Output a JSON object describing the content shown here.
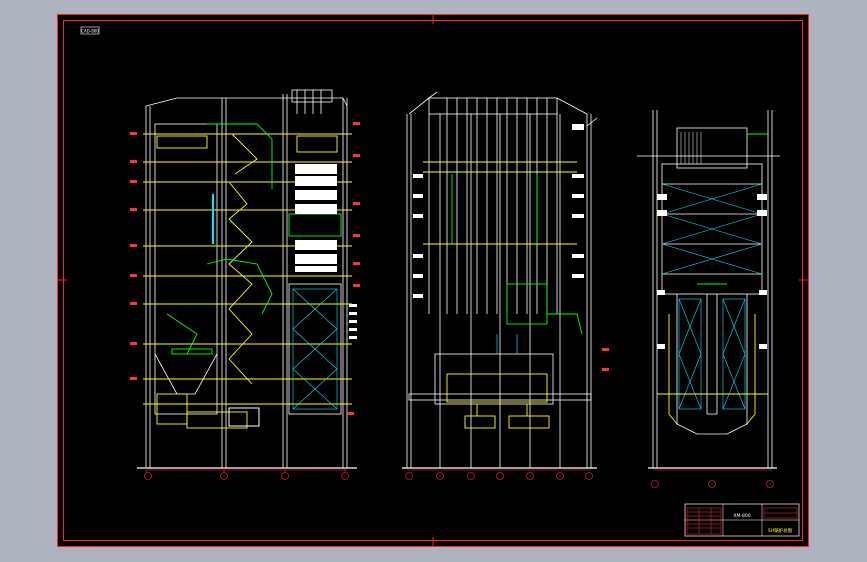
{
  "drawing": {
    "tag_label": "CAD-800",
    "colors": {
      "background": "#aeb4bf",
      "sheet": "#000000",
      "border": "#ff2020",
      "steel": "#ffffff",
      "piping": "#ffff00",
      "ducts": "#00ff00",
      "heating_surface": "#00e5ff",
      "tags": "#ff3333"
    }
  },
  "title_block": {
    "title_cn": "SH锅炉总图",
    "drawing_no": "XM-800"
  }
}
